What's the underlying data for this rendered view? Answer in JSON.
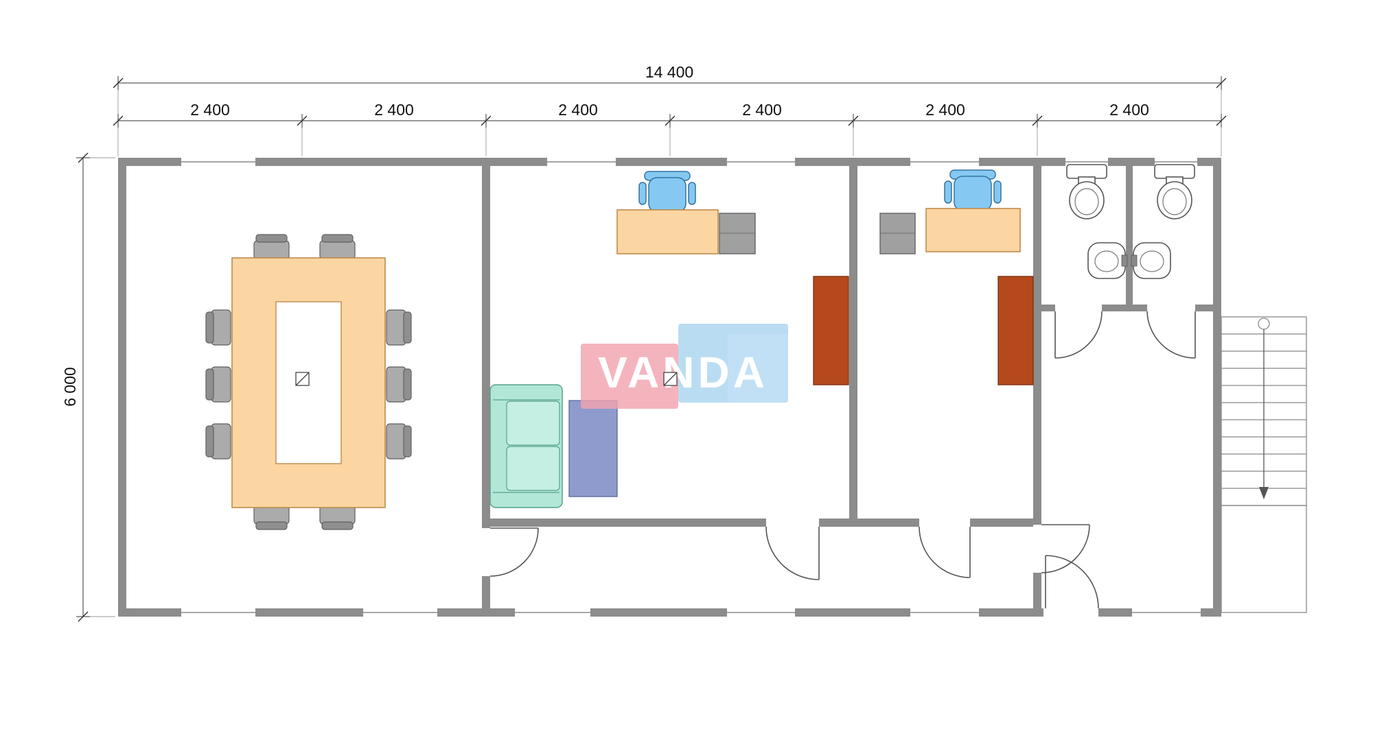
{
  "drawing": {
    "watermark_text": "VANDA",
    "dim_total": "14 400",
    "dim_bays": [
      "2 400",
      "2 400",
      "2 400",
      "2 400",
      "2 400",
      "2 400"
    ],
    "dim_height": "6 000"
  },
  "colors": {
    "wall_gray": "#8C8C8C",
    "furniture_peach": "#FBD5A2",
    "sofa_teal": "#B2E7D8",
    "coffee_table_purple": "#8E9BCC",
    "cabinet_brown": "#B5491C",
    "office_chair_blue": "#85C9F2",
    "chair_gray": "#ABABAB",
    "watermark_pink": "#F2A3AF",
    "watermark_blue": "#ABD4EF"
  }
}
